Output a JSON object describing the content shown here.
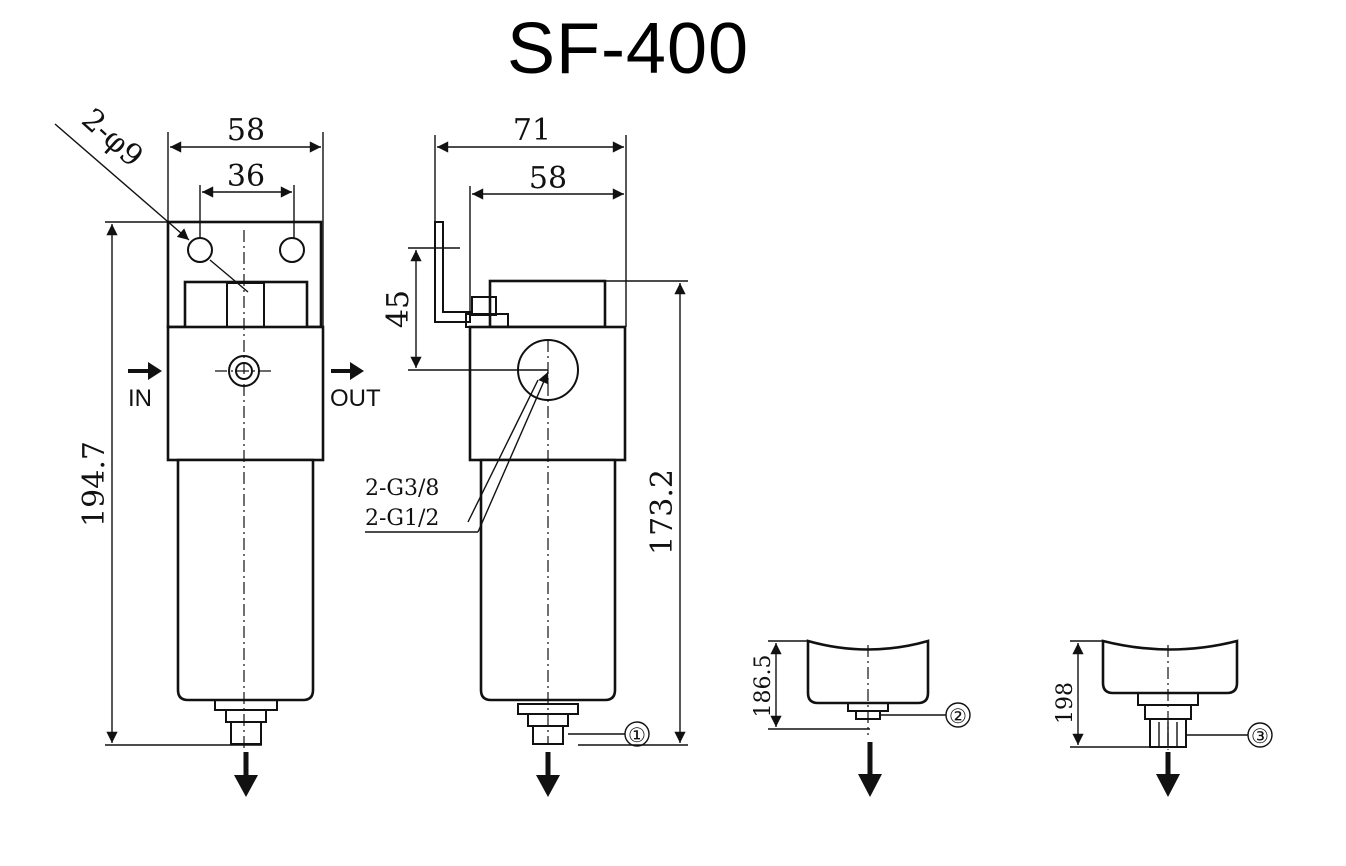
{
  "title": "SF-400",
  "front_view": {
    "width_outer": "58",
    "width_holes": "36",
    "holes": "2-φ9",
    "height": "194.7",
    "in_label": "IN",
    "out_label": "OUT"
  },
  "side_view": {
    "width_outer": "71",
    "width_body": "58",
    "bracket_height": "45",
    "height": "173.2",
    "port_a": "2-G3/8",
    "port_b": "2-G1/2",
    "drain_marker": "①"
  },
  "variant_2": {
    "height": "186.5",
    "marker": "②"
  },
  "variant_3": {
    "height": "198",
    "marker": "③"
  }
}
